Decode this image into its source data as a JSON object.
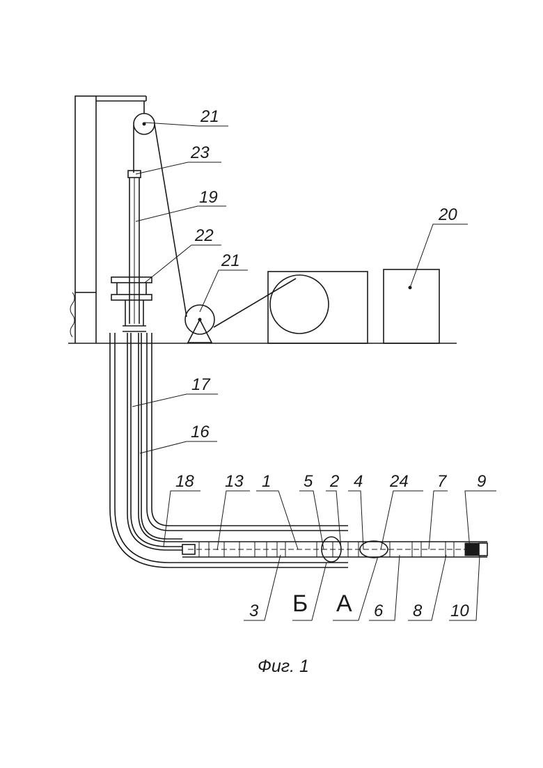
{
  "labels": {
    "l21a": "21",
    "l23": "23",
    "l19": "19",
    "l22": "22",
    "l21b": "21",
    "l20": "20",
    "l17": "17",
    "l16": "16",
    "l18": "18",
    "l13": "13",
    "l1": "1",
    "l5": "5",
    "l2": "2",
    "l4": "4",
    "l24": "24",
    "l7": "7",
    "l9": "9",
    "l3": "3",
    "l6": "6",
    "l8": "8",
    "l10": "10"
  },
  "sections": {
    "b": "Б",
    "a": "А"
  },
  "caption": "Фиг. 1"
}
